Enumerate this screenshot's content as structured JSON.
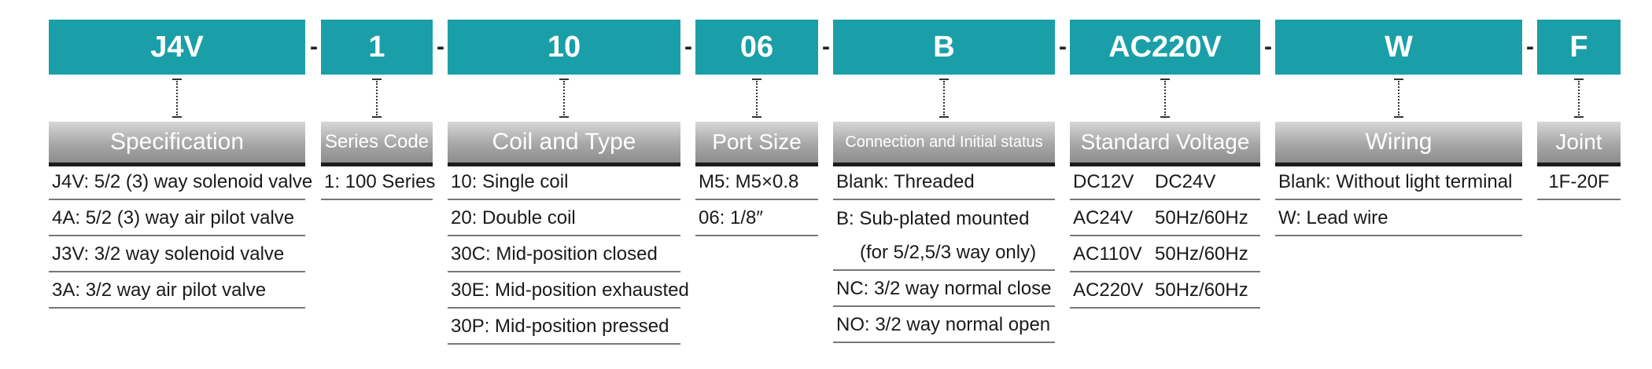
{
  "model_code": {
    "segments": [
      {
        "code": "J4V",
        "header": "Specification",
        "rows": [
          "J4V: 5/2 (3) way solenoid valve",
          "4A: 5/2 (3) way air pilot valve",
          "J3V: 3/2 way solenoid valve",
          "3A: 3/2 way air pilot valve"
        ]
      },
      {
        "code": "1",
        "header": "Series Code",
        "rows": [
          "1: 100 Series"
        ]
      },
      {
        "code": "10",
        "header": "Coil and Type",
        "rows": [
          "10: Single coil",
          "20: Double coil",
          "30C: Mid-position closed",
          "30E: Mid-position exhausted",
          "30P: Mid-position pressed"
        ]
      },
      {
        "code": "06",
        "header": "Port Size",
        "rows": [
          "M5:  M5×0.8",
          "06:  1/8″"
        ]
      },
      {
        "code": "B",
        "header": "Connection and Initial status",
        "rows": [
          "Blank: Threaded",
          "B: Sub-plated mounted",
          "(for 5/2,5/3 way only)",
          "NC: 3/2 way normal close",
          "NO: 3/2 way normal open"
        ]
      },
      {
        "code": "AC220V",
        "header": "Standard Voltage",
        "rows": [
          [
            "DC12V",
            "DC24V"
          ],
          [
            "AC24V",
            "50Hz/60Hz"
          ],
          [
            "AC110V",
            "50Hz/60Hz"
          ],
          [
            "AC220V",
            "50Hz/60Hz"
          ]
        ]
      },
      {
        "code": "W",
        "header": "Wiring",
        "rows": [
          "Blank:  Without light terminal",
          "W:  Lead wire"
        ]
      },
      {
        "code": "F",
        "header": "Joint",
        "rows": [
          "1F-20F"
        ]
      }
    ],
    "separator": "-"
  },
  "colors": {
    "code_box": "#1a9fa8",
    "header_text": "#ffffff"
  }
}
